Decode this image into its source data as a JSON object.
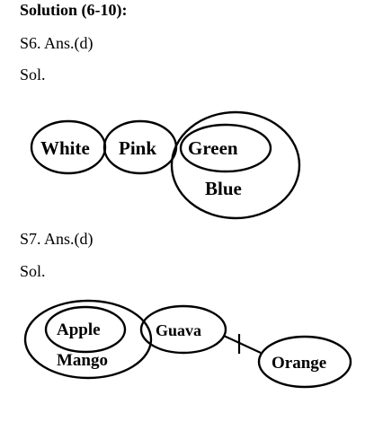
{
  "heading": "Solution (6-10):",
  "q6": {
    "answer": "S6. Ans.(d)",
    "sol": "Sol.",
    "labels": {
      "white": "White",
      "pink": "Pink",
      "green": "Green",
      "blue": "Blue"
    }
  },
  "q7": {
    "answer": "S7. Ans.(d)",
    "sol": "Sol.",
    "labels": {
      "apple": "Apple",
      "mango": "Mango",
      "guava": "Guava",
      "orange": "Orange"
    }
  }
}
